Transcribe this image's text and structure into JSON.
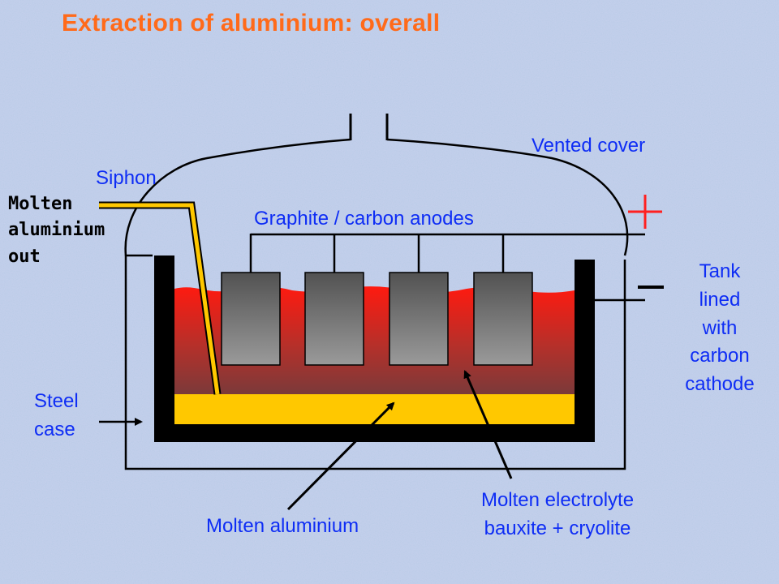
{
  "title": "Extraction of aluminium: overall",
  "labels": {
    "vented_cover": "Vented cover",
    "siphon": "Siphon",
    "molten_aluminium_out": [
      "Molten",
      "aluminium",
      "out"
    ],
    "anodes": "Graphite / carbon anodes",
    "tank_lined": [
      "Tank",
      "lined",
      "with",
      "carbon",
      "cathode"
    ],
    "steel_case": [
      "Steel",
      "case"
    ],
    "molten_aluminium": "Molten aluminium",
    "electrolyte": [
      "Molten electrolyte",
      "bauxite + cryolite"
    ],
    "positive": "+",
    "negative": "−"
  },
  "colors": {
    "title": "#ff6a1a",
    "label": "#0e2df5",
    "aluminium": "#ffc800",
    "electrolyte_top": "#ff1a10",
    "electrolyte_bottom": "#7a3a3a",
    "anode_top": "#555555",
    "anode_bottom": "#9a9a9a",
    "background": "#b9cbe6"
  },
  "symbols": {
    "anode_terminal_icon": "plus-icon",
    "cathode_terminal_icon": "minus-icon"
  }
}
